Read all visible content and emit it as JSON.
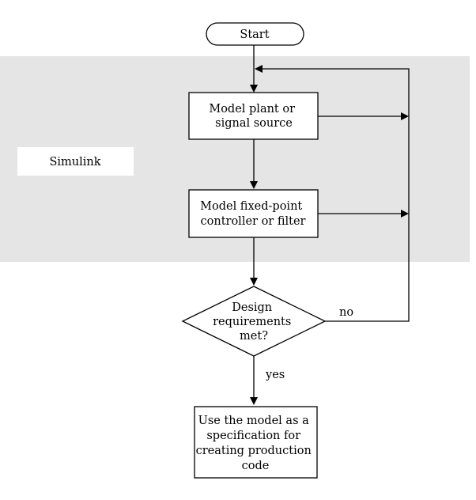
{
  "region": {
    "label": "Simulink"
  },
  "nodes": {
    "start": {
      "label": "Start"
    },
    "model_plant": {
      "lines": [
        "Model plant or",
        "signal source"
      ]
    },
    "model_controller": {
      "lines": [
        "Model fixed-point",
        "controller or filter"
      ]
    },
    "decision": {
      "lines": [
        "Design",
        "requirements",
        "met?"
      ]
    },
    "use_model": {
      "lines": [
        "Use the model as a",
        "specification for",
        "creating production",
        "code"
      ]
    }
  },
  "edges": {
    "no_label": "no",
    "yes_label": "yes"
  },
  "colors": {
    "region_fill": "#e5e5e5",
    "line": "#000000"
  }
}
